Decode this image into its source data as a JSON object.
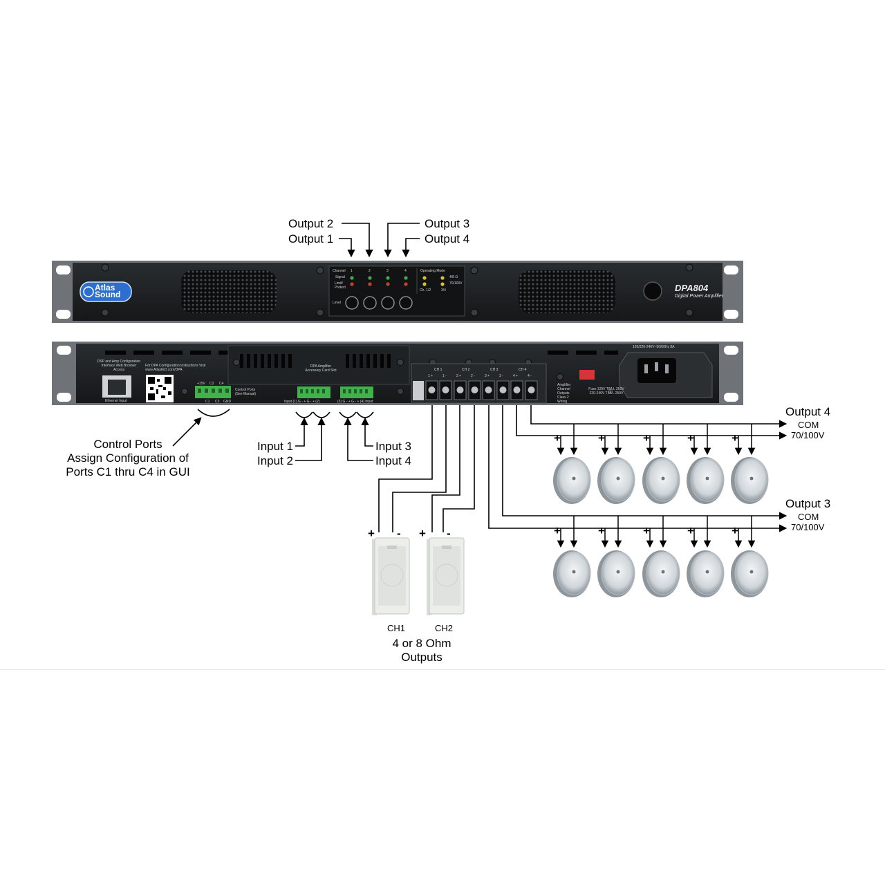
{
  "front": {
    "brand_line1": "Atlas",
    "brand_line2": "Sound",
    "model": "DPA804",
    "model_subtitle": "Digital Power Amplifier",
    "channel_label": "Channel",
    "signal_label": "Signal",
    "limit_label": "Limit/ Protect",
    "level_label": "Level",
    "channels": [
      "1",
      "2",
      "3",
      "4"
    ],
    "operating_mode_label": "Operating Mode",
    "mode_1": "4/8 Ω",
    "mode_2": "70/100V",
    "mode_3": "Ch. 1/2",
    "mode_4": "3/4"
  },
  "rear": {
    "dsp_label": "DSP and Amp Configuration Interface Web Browser Access",
    "ethernet_label": "Ethernet Input",
    "dpa_instructions": "For DPA Configuration Instructions Visit www.AtlasIED.com/DPA",
    "control_ports_label": "Control Ports (See Manual)",
    "control_pins_top": [
      "+15V",
      "C2",
      "C4"
    ],
    "control_pins_bottom": [
      "C1",
      "C3",
      "GND"
    ],
    "accessory_label": "DPA Amplifier Accessory Card Slot",
    "input_left_label": "Input (1) G - + G - + (2)",
    "input_right_label": "(3) G - + G - + (4) Input",
    "ch_labels": [
      "CH 1",
      "CH 2",
      "CH 3",
      "CH 4"
    ],
    "term_labels": [
      "1 +",
      "1 -",
      "2 +",
      "2 -",
      "3 +",
      "3 -",
      "4 +",
      "4 -"
    ],
    "amp_outputs_label": "Amplifier Channel Outputs Class 2 Wiring",
    "fuse_label": "Fuse 120V T8A L 250V 220-240V T4A L 250V",
    "power_rating": "120/220-240V~50/60Hz 8A"
  },
  "callouts": {
    "output_1": "Output 1",
    "output_2": "Output 2",
    "output_3": "Output 3",
    "output_4": "Output 4",
    "control_ports_1": "Control Ports",
    "control_ports_2": "Assign Configuration of",
    "control_ports_3": "Ports C1 thru C4 in GUI",
    "input_1": "Input 1",
    "input_2": "Input 2",
    "input_3": "Input 3",
    "input_4": "Input 4",
    "out4_title": "Output 4",
    "out3_title": "Output 3",
    "com": "COM",
    "v70": "70/100V",
    "plus": "+",
    "minus": "-",
    "ch1": "CH1",
    "ch2": "CH2",
    "ohm_1": "4 or 8 Ohm",
    "ohm_2": "Outputs"
  },
  "colors": {
    "chassis": "#1b1d1f",
    "chassis_edge": "#6b6f73",
    "terminal_green": "#3fb24a",
    "led_green": "#3fae46",
    "led_red": "#d63a30",
    "led_yellow": "#d6c52a",
    "logo_blue": "#2d6fd0",
    "power_switch": "#d4343a"
  }
}
